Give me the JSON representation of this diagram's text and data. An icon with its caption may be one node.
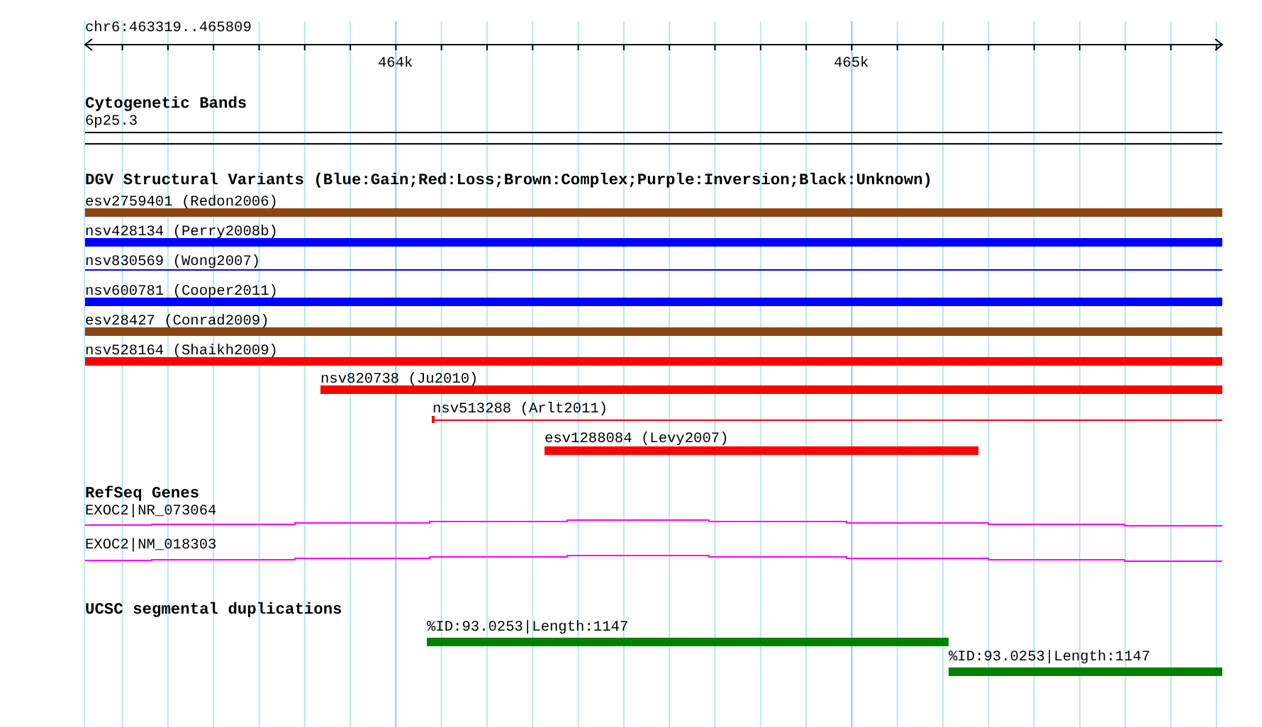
{
  "diagram": {
    "nodes": [
      {
        "text": [
          "6p25.3"
        ]
      },
      {
        "text": [
          "esv2759401 (Redon2006)"
        ]
      },
      {
        "text": [
          "nsv428134 (Perry2008b)"
        ]
      },
      {
        "text": [
          "nsv830569 (Wong2007)"
        ]
      },
      {
        "text": [
          "nsv600781 (Cooper2011)"
        ]
      },
      {
        "text": [
          "esv28427 (Conrad2009)"
        ]
      },
      {
        "text": [
          "nsv528164 (Shaikh2009)"
        ]
      },
      {
        "text": [
          "nsv820738 (Ju2010)"
        ]
      },
      {
        "text": [
          "nsv513288 (Arlt2011)"
        ]
      },
      {
        "text": [
          "esv1288084 (Levy2007)"
        ]
      },
      {
        "text": [
          "EXOC2|NR_073064"
        ]
      },
      {
        "text": [
          "EXOC2|NM_018303"
        ]
      },
      {
        "text": [
          "%ID:93.0253|Length:1147"
        ]
      },
      {
        "text": [
          "%ID:93.0253|Length:1147"
        ]
      }
    ],
    "labels": [
      "chr6:463319..465809",
      "464k",
      "465k",
      "Cytogenetic Bands",
      "DGV Structural Variants (Blue:Gain;Red:Loss;Brown:Complex;Purple:Inversion;Black:Unknown)",
      "RefSeq Genes",
      "UCSC segmental duplications"
    ]
  }
}
